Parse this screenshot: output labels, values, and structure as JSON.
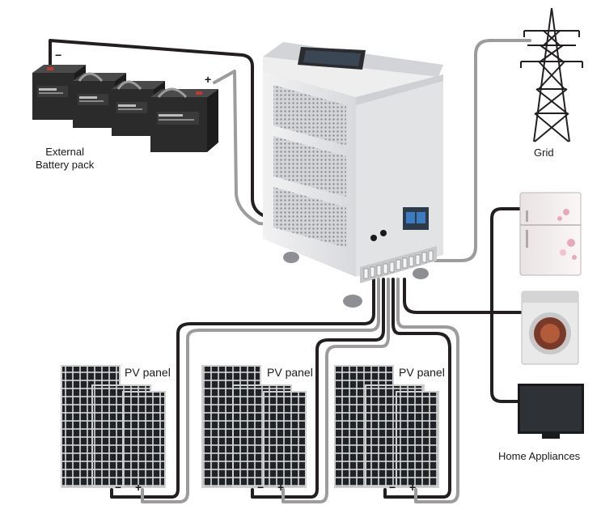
{
  "labels": {
    "battery": "External\nBattery pack",
    "grid": "Grid",
    "pv_panel": "PV panel",
    "appliances": "Home Appliances"
  },
  "signs": {
    "minus": "−",
    "plus": "+"
  },
  "components": {
    "battery_count": 4,
    "pv_array_count": 3,
    "appliances": [
      "refrigerator-icon",
      "washing-machine-icon",
      "television-icon"
    ]
  },
  "colors": {
    "wire_black": "#231f20",
    "wire_grey": "#9c9c9c",
    "inverter_body": "#e6e7e9",
    "battery_body": "#2b2b2b",
    "panel_cell": "#1f2226"
  }
}
